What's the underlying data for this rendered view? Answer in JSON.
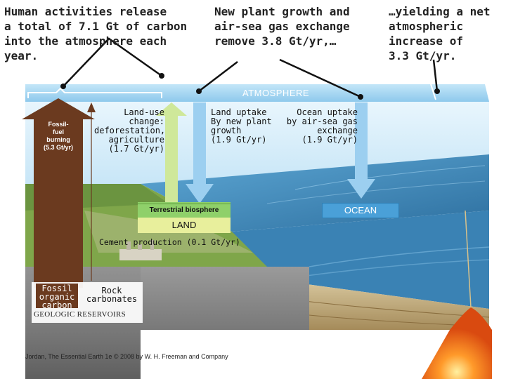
{
  "captions": {
    "left": "Human activities release\na total of 7.1 Gt of carbon\ninto the atmosphere each\nyear.",
    "middle": "New plant growth and\nair-sea gas exchange\nremove 3.8 Gt/yr,…",
    "right": "…yielding a net\natmospheric\nincrease of\n3.3 Gt/yr."
  },
  "diagram": {
    "atmosphere": "ATMOSPHERE",
    "fossil_fuel": "Fossil-\nfuel\nburning\n(5.3 Gt/yr)",
    "land_use": "Land-use\nchange:\ndeforestation,\nagriculture\n(1.7 Gt/yr)",
    "land_uptake": "Land uptake\nBy new plant\ngrowth\n(1.9 Gt/yr)",
    "ocean_uptake": "Ocean uptake\nby air-sea gas\nexchange\n(1.9 Gt/yr)",
    "terrestrial": "Terrestrial biosphere",
    "land": "LAND",
    "ocean": "OCEAN",
    "cement": "Cement production (0.1 Gt/yr)",
    "fossil_organic": "Fossil\norganic\ncarbon",
    "rock_carbonates": "Rock\ncarbonates",
    "geologic": "GEOLOGIC RESERVOIRS",
    "credit": "Jordan, The Essential Earth 1e © 2008 by W. H. Freeman and Company"
  },
  "colors": {
    "atmosphere": "#a9d8f2",
    "ocean": "#3f8fc4",
    "land_green": "#8fd06a",
    "fossil_brown": "#6b3a1f",
    "land_use_arrow": "#cfe89a",
    "uptake_arrow": "#9ccff0"
  },
  "icons": {
    "callout": "black-callout-lines",
    "bracket": "white-bracket"
  }
}
